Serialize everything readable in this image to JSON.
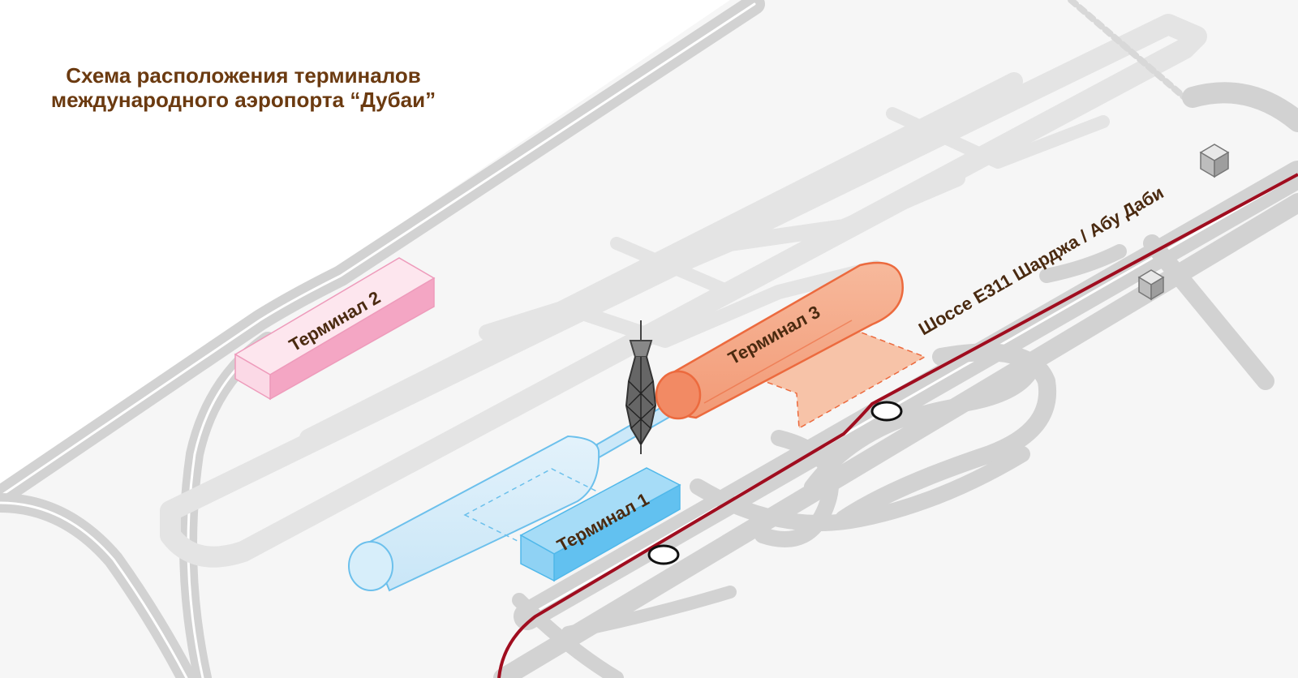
{
  "title": {
    "line1": "Схема расположения терминалов",
    "line2": "международного аэропорта “Дубаи”"
  },
  "terminals": {
    "t1": "Терминал 1",
    "t2": "Терминал 2",
    "t3": "Терминал 3"
  },
  "highway": "Шоссе Е311 Шарджа / Абу Даби",
  "colors": {
    "terminal_1": "#7cc8f0",
    "terminal_2": "#f2a6c2",
    "terminal_3": "#f4a07c",
    "metro_line": "#a00d1f",
    "roads": "#d2d2d2",
    "title_text": "#6b3a10"
  },
  "icons": [
    "control-tower-icon",
    "metro-station-icon",
    "building-icon"
  ]
}
